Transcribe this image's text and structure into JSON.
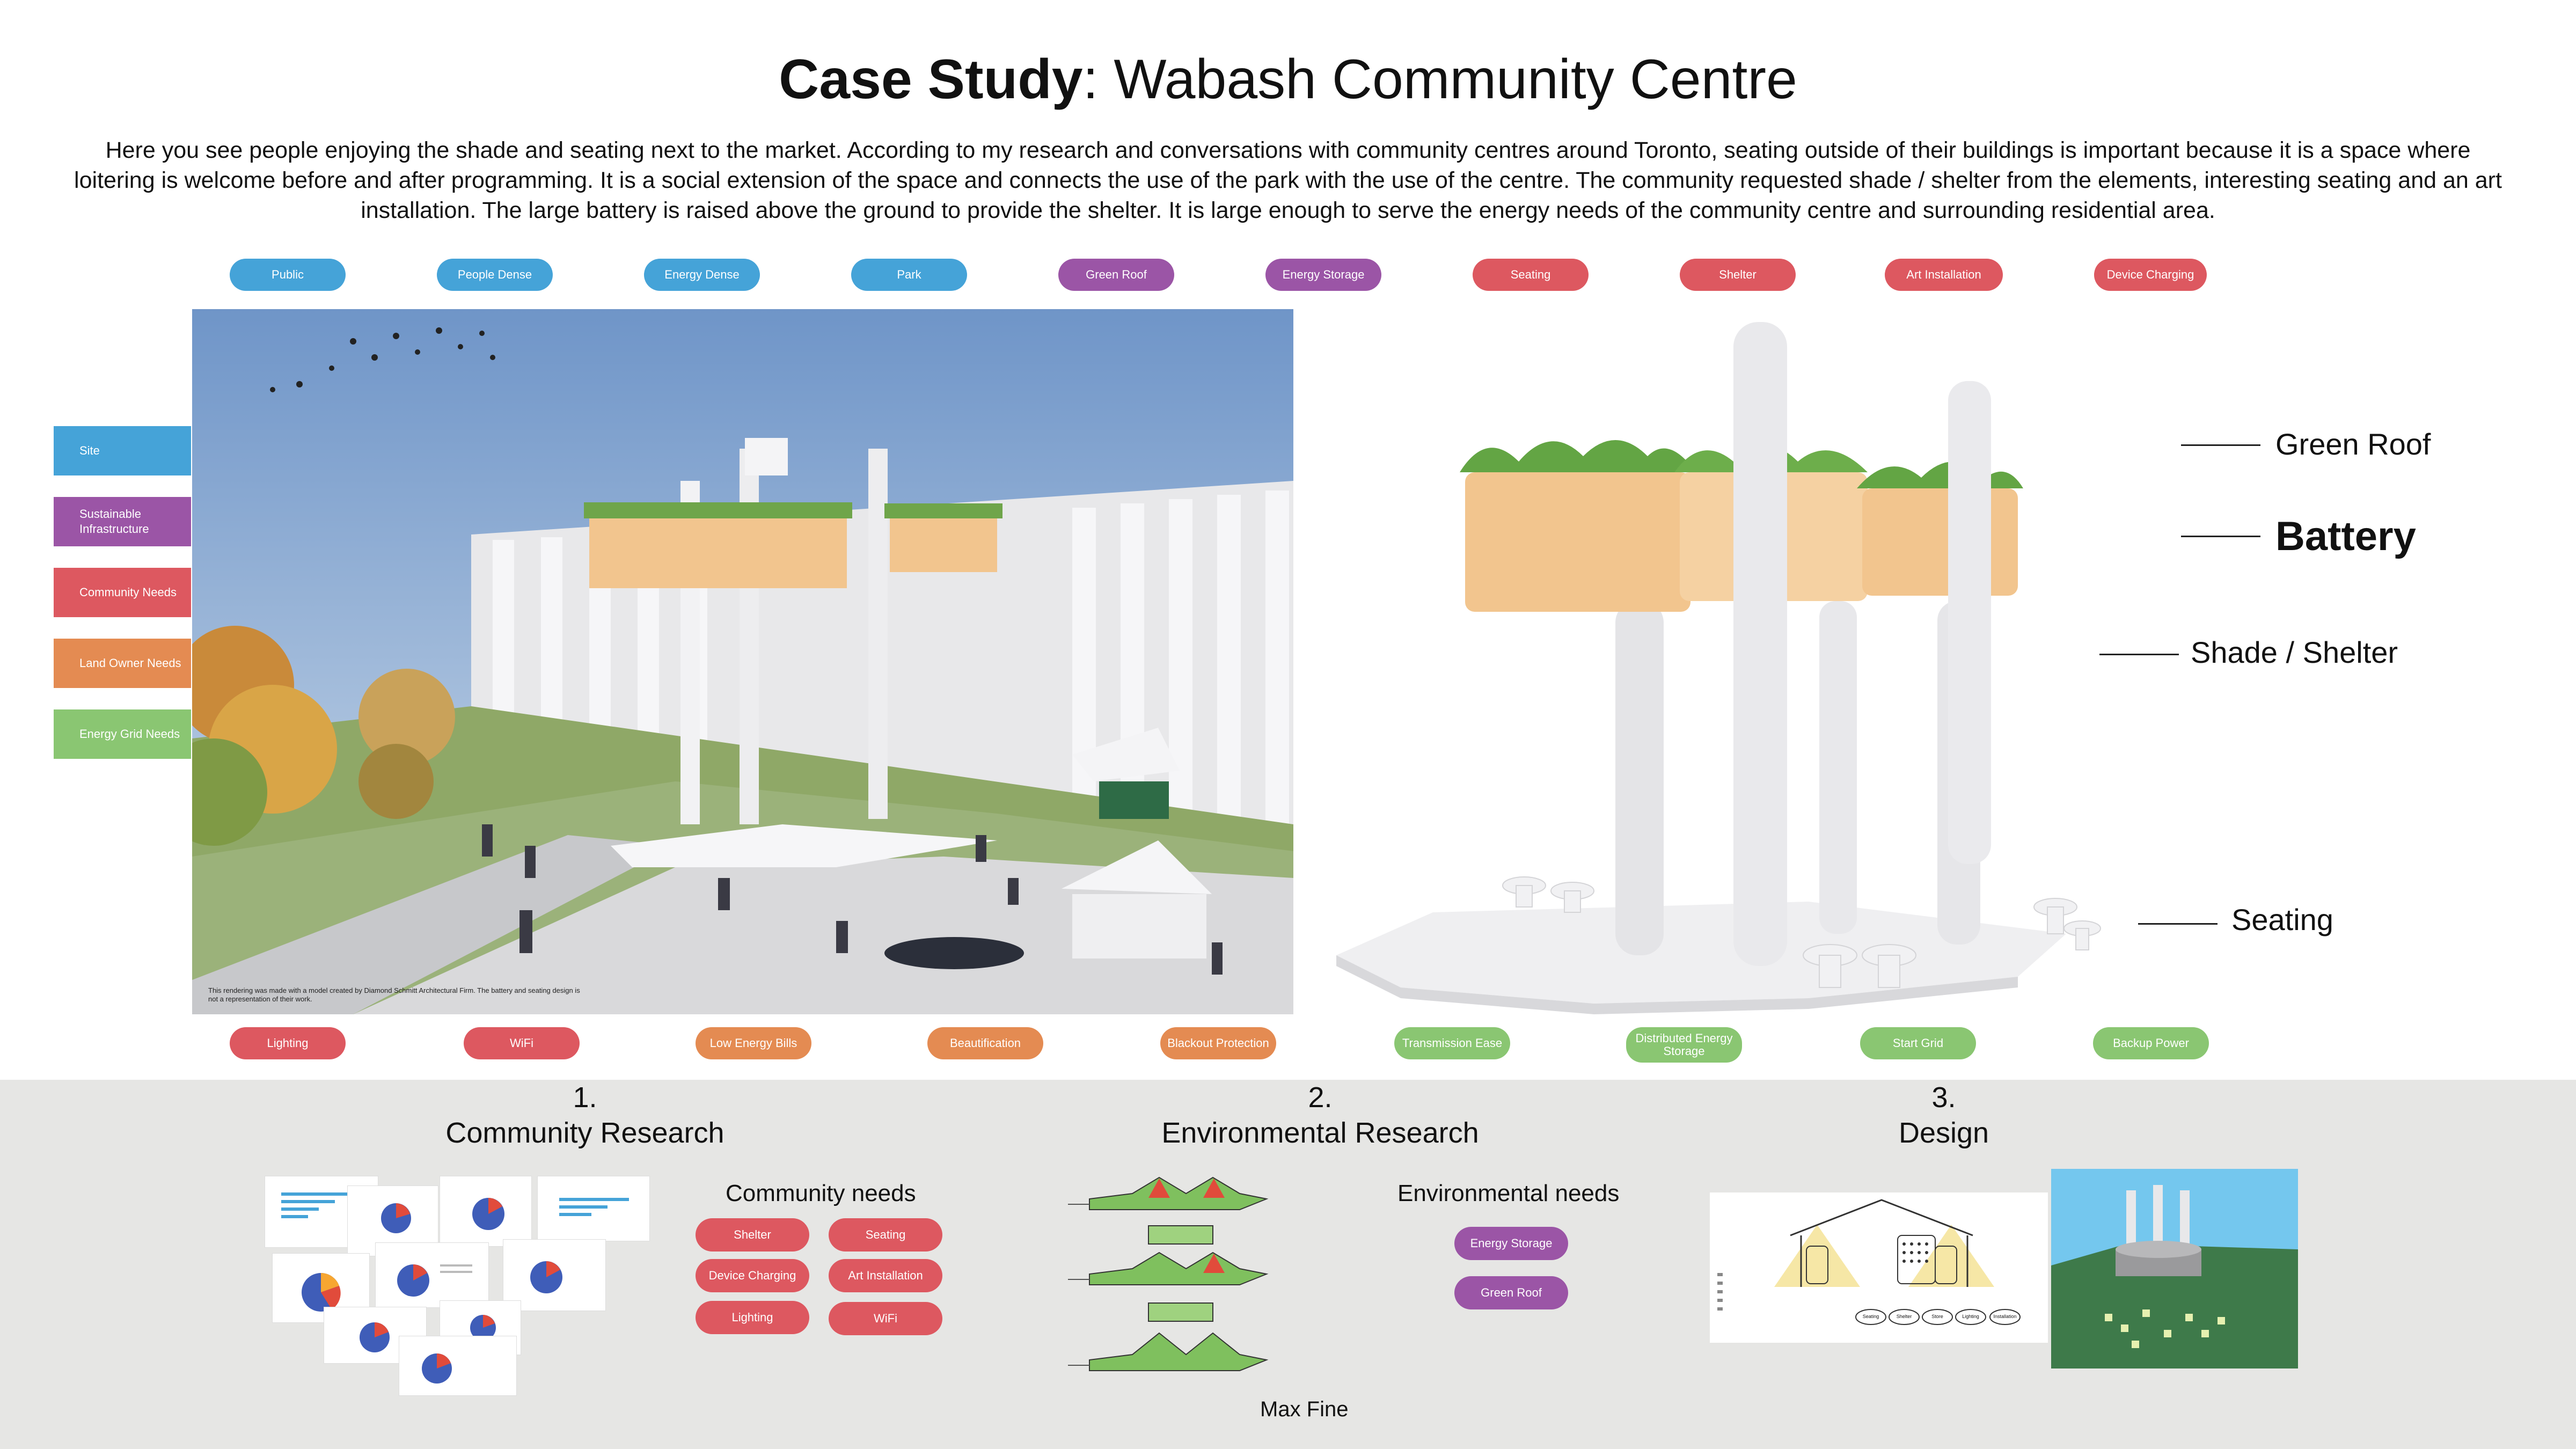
{
  "title": {
    "bold": "Case Study",
    "rest": ": Wabash Community Centre"
  },
  "intro": "Here you see people enjoying the shade and seating next to the market. According to my research and conversations with community centres around Toronto, seating outside of their buildings is important because it is a space where loitering is welcome before and after programming. It is a social extension of the space and connects the use of the park with the use of the centre. The community requested shade / shelter from the elements, interesting seating and an art installation. The large battery is raised above the ground to provide the shelter. It is large enough to serve the energy needs of the community centre and surrounding residential area.",
  "top_tags": [
    "Public",
    "People Dense",
    "Energy Dense",
    "Park",
    "Green Roof",
    "Energy Storage",
    "Seating",
    "Shelter",
    "Art Installation",
    "Device Charging"
  ],
  "side_tags": [
    "Site",
    "Sustainable Infrastructure",
    "Community Needs",
    "Land Owner Needs",
    "Energy Grid Needs"
  ],
  "bottom_tags": [
    "Lighting",
    "WiFi",
    "Low Energy Bills",
    "Beautification",
    "Blackout Protection",
    "Transmission Ease",
    "Distributed Energy Storage",
    "Start Grid",
    "Backup Power"
  ],
  "photo_caption": "This rendering was made with a model created by Diamond Schmitt Architectural Firm. The battery and seating design is not a representation of their work.",
  "callouts": {
    "green_roof": "Green Roof",
    "battery": "Battery",
    "shade": "Shade / Shelter",
    "seating": "Seating"
  },
  "steps": [
    {
      "number": "1.",
      "title": "Community Research"
    },
    {
      "number": "2.",
      "title": "Environmental Research"
    },
    {
      "number": "3.",
      "title": "Design"
    }
  ],
  "community_needs": {
    "heading": "Community needs",
    "items": [
      "Shelter",
      "Seating",
      "Device Charging",
      "Art Installation",
      "Lighting",
      "WiFi"
    ]
  },
  "environmental_needs": {
    "heading": "Environmental needs",
    "items": [
      "Energy Storage",
      "Green Roof"
    ]
  },
  "credit": "Max Fine",
  "design_labels": [
    "Seating",
    "Shelter",
    "Store",
    "Lighting",
    "Installation"
  ],
  "colors": {
    "blue": "#45A3D8",
    "purple": "#9B55A6",
    "red": "#DD5860",
    "orange": "#E48B52",
    "green": "#8AC672",
    "battery": "#F2C58E",
    "footer": "#E6E6E4"
  }
}
